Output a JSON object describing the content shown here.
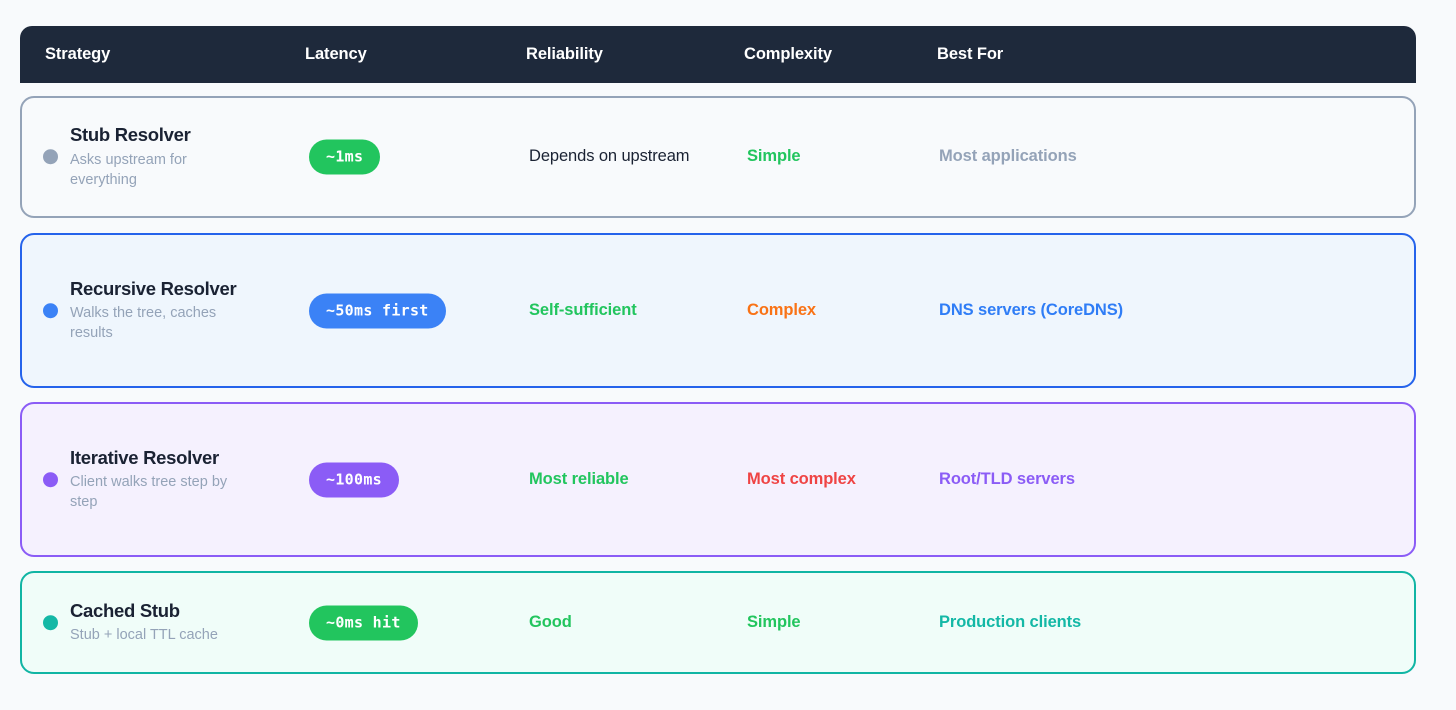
{
  "header": {
    "columns": [
      {
        "key": "strategy",
        "label": "Strategy"
      },
      {
        "key": "latency",
        "label": "Latency"
      },
      {
        "key": "reliability",
        "label": "Reliability"
      },
      {
        "key": "complexity",
        "label": "Complexity"
      },
      {
        "key": "bestfor",
        "label": "Best For"
      }
    ],
    "background": "#1e293b",
    "text_color": "#ffffff"
  },
  "rows": [
    {
      "strategy": "Stub Resolver",
      "subtitle": "Asks upstream for everything",
      "latency": "~1ms",
      "reliability": "Depends on upstream",
      "complexity": "Simple",
      "best_for": "Most applications",
      "accent": "#94a3b8",
      "dot_color": "#94a3b8",
      "border_color": "#94a3b8",
      "background": "#f8fafc",
      "pill_color": "#22c55e",
      "reliability_color": "#1a2233",
      "reliability_weight": "plain",
      "complexity_color": "#22c55e",
      "best_for_color": "#94a3b8"
    },
    {
      "strategy": "Recursive Resolver",
      "subtitle": "Walks the tree, caches results",
      "latency": "~50ms first",
      "reliability": "Self-sufficient",
      "complexity": "Complex",
      "best_for": "DNS servers (CoreDNS)",
      "accent": "#2563eb",
      "dot_color": "#3b82f6",
      "border_color": "#2563eb",
      "background": "#eff6fd",
      "pill_color": "#3b82f6",
      "reliability_color": "#22c55e",
      "reliability_weight": "bold",
      "complexity_color": "#f97316",
      "best_for_color": "#2f7df6"
    },
    {
      "strategy": "Iterative Resolver",
      "subtitle": "Client walks tree step by step",
      "latency": "~100ms",
      "reliability": "Most reliable",
      "complexity": "Most complex",
      "best_for": "Root/TLD servers",
      "accent": "#8b5cf6",
      "dot_color": "#8b5cf6",
      "border_color": "#8b5cf6",
      "background": "#f5f1fe",
      "pill_color": "#8b5cf6",
      "reliability_color": "#22c55e",
      "reliability_weight": "bold",
      "complexity_color": "#ef4444",
      "best_for_color": "#8b5cf6"
    },
    {
      "strategy": "Cached Stub",
      "subtitle": "Stub + local TTL cache",
      "latency": "~0ms hit",
      "reliability": "Good",
      "complexity": "Simple",
      "best_for": "Production clients",
      "accent": "#14b8a6",
      "dot_color": "#14b8a6",
      "border_color": "#11b5a4",
      "background": "#f0fdf9",
      "pill_color": "#22c55e",
      "reliability_color": "#22c55e",
      "reliability_weight": "bold",
      "complexity_color": "#22c55e",
      "best_for_color": "#14b8a6"
    }
  ],
  "page": {
    "background": "#f8fafc"
  }
}
